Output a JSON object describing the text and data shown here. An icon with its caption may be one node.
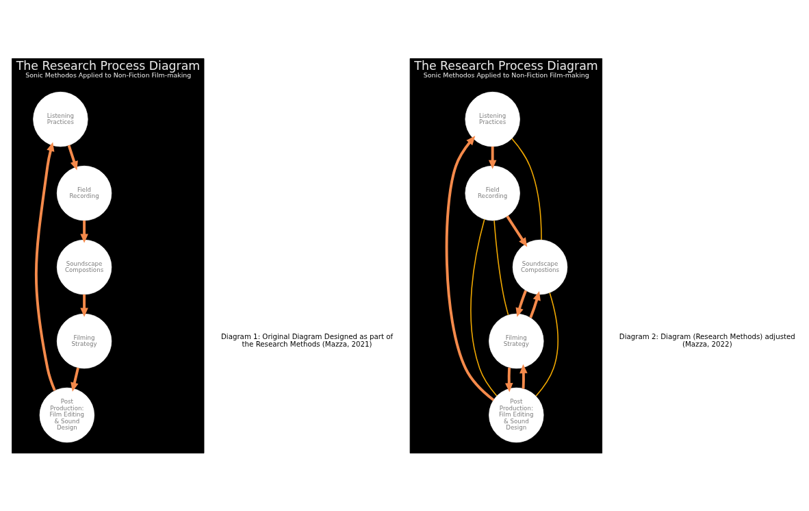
{
  "diagram": {
    "nodes": [
      {
        "text": [
          "The Research Process Diagram",
          "Sonic Methodos Applied to Non-Fiction Film-making"
        ]
      },
      {
        "text": [
          "Listening Practices"
        ],
        "in": 0
      },
      {
        "text": [
          "Field Recording"
        ],
        "in": 0
      },
      {
        "text": [
          "Soundscape Compostions"
        ],
        "in": 0
      },
      {
        "text": [
          "Filming Strategy"
        ],
        "in": 0
      },
      {
        "text": [
          "Post Production: Film Editing & Sound Design"
        ],
        "in": 0
      },
      {
        "text": [
          "The Research Process Diagram",
          "Sonic Methodos Applied to Non-Fiction Film-making"
        ]
      },
      {
        "text": [
          "Listening Practices"
        ],
        "in": 6
      },
      {
        "text": [
          "Field Recording"
        ],
        "in": 6
      },
      {
        "text": [
          "Soundscape Compostions"
        ],
        "in": 6
      },
      {
        "text": [
          "Filming Strategy"
        ],
        "in": 6
      },
      {
        "text": [
          "Post Production: Film Editing & Sound Design"
        ],
        "in": 6
      }
    ],
    "edges": [
      {
        "from": 1,
        "to": 2,
        "arrow": "to"
      },
      {
        "from": 2,
        "to": 3,
        "arrow": "to"
      },
      {
        "from": 3,
        "to": 4,
        "arrow": "to"
      },
      {
        "from": 4,
        "to": 5,
        "arrow": "to"
      },
      {
        "from": 5,
        "to": 1,
        "arrow": "to"
      },
      {
        "from": 7,
        "to": 8,
        "arrow": "to"
      },
      {
        "from": 8,
        "to": 9,
        "arrow": "to"
      },
      {
        "from": 9,
        "to": 10,
        "arrow": "to"
      },
      {
        "from": 10,
        "to": 9,
        "arrow": "to"
      },
      {
        "from": 10,
        "to": 11,
        "arrow": "to"
      },
      {
        "from": 11,
        "to": 10,
        "arrow": "to"
      },
      {
        "from": 11,
        "to": 7,
        "arrow": "to"
      },
      {
        "from": 11,
        "to": 8,
        "arrow": "none",
        "color": "#f2a900"
      },
      {
        "from": 11,
        "to": 9,
        "arrow": "none",
        "color": "#f2a900"
      },
      {
        "from": 7,
        "to": 9,
        "arrow": "none",
        "color": "#f2a900"
      },
      {
        "from": 10,
        "to": 8,
        "arrow": "none",
        "color": "#f2a900"
      }
    ],
    "labels": [
      "Diagram 1: Original Diagram Designed as part of the Research Methods (Mazza, 2021)",
      "Diagram 2: Diagram (Research Methods) adjusted (Mazza, 2022)"
    ]
  }
}
